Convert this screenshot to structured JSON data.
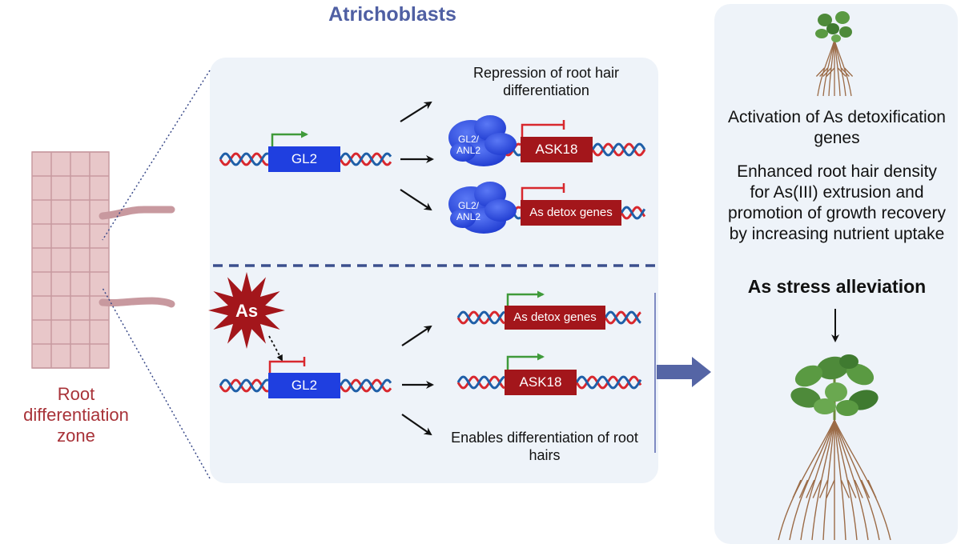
{
  "diagram": {
    "title": "Atrichoblasts",
    "root_zone_label": "Root differentiation zone",
    "top_panel": {
      "promoter_gene": "GL2",
      "caption_top": "Repression of root hair  differentiation",
      "protein_label": "GL2/ ANL2",
      "repressed_gene_1": "ASK18",
      "repressed_gene_2": "As detox genes"
    },
    "bottom_panel": {
      "stressor": "As",
      "promoter_gene": "GL2",
      "activated_gene_1": "As detox genes",
      "activated_gene_2": "ASK18",
      "caption_bottom": "Enables differentiation of root hairs"
    },
    "right_panel": {
      "text_1": "Activation of As detoxification genes",
      "text_2": "Enhanced root hair density for As(III) extrusion and promotion of growth recovery by increasing nutrient uptake",
      "conclusion": "As stress alleviation"
    },
    "colors": {
      "gene_blue": "#1f3fe0",
      "gene_red": "#a3161b",
      "protein_blue": "#2f4ee0",
      "arrow_green": "#3f9a3a",
      "repress_red": "#d8282e",
      "panel_bg": "#eef3f9",
      "title_blue": "#4f5fa3",
      "root_label": "#a83238"
    }
  }
}
